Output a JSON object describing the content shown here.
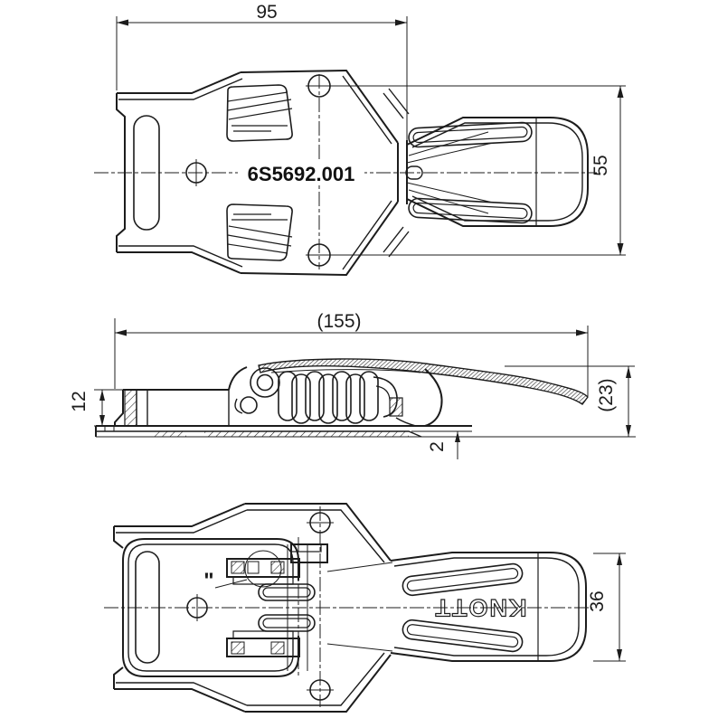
{
  "drawing": {
    "part_number": "6S5692.001",
    "brand_stamp": "KNOTT",
    "detail_annotation": "\"",
    "dimensions": {
      "top_width": "95",
      "hole_spacing": "55",
      "overall_length": "(155)",
      "hook_height": "12",
      "base_thickness": "2",
      "side_height": "(23)",
      "lever_width": "36"
    }
  }
}
